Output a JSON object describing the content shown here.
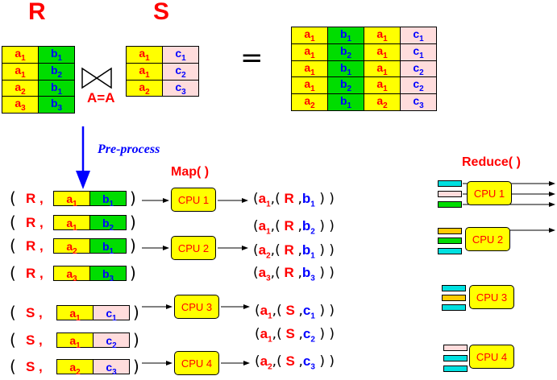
{
  "relations": {
    "r_name": "R",
    "s_name": "S",
    "join_condition": "A=A",
    "equals": "="
  },
  "r_table": [
    [
      "a1",
      "b1"
    ],
    [
      "a1",
      "b2"
    ],
    [
      "a2",
      "b1"
    ],
    [
      "a3",
      "b3"
    ]
  ],
  "s_table": [
    [
      "a1",
      "c1"
    ],
    [
      "a1",
      "c2"
    ],
    [
      "a2",
      "c3"
    ]
  ],
  "result_table": [
    [
      "a1",
      "b1",
      "a1",
      "c1"
    ],
    [
      "a1",
      "b2",
      "a1",
      "c1"
    ],
    [
      "a1",
      "b1",
      "a1",
      "c2"
    ],
    [
      "a1",
      "b2",
      "a1",
      "c2"
    ],
    [
      "a2",
      "b1",
      "a2",
      "c3"
    ]
  ],
  "labels": {
    "preprocess": "Pre-process",
    "map": "Map( )",
    "reduce": "Reduce( )"
  },
  "map_inputs": [
    {
      "tag": "R",
      "key": "a1",
      "val": "b1"
    },
    {
      "tag": "R",
      "key": "a1",
      "val": "b2"
    },
    {
      "tag": "R",
      "key": "a2",
      "val": "b1"
    },
    {
      "tag": "R",
      "key": "a3",
      "val": "b3"
    },
    {
      "tag": "S",
      "key": "a1",
      "val": "c1"
    },
    {
      "tag": "S",
      "key": "a1",
      "val": "c2"
    },
    {
      "tag": "S",
      "key": "a2",
      "val": "c3"
    }
  ],
  "map_cpus": [
    "CPU 1",
    "CPU 2",
    "CPU 3",
    "CPU 4"
  ],
  "map_outputs": [
    {
      "key": "a1",
      "tag": "R",
      "val": "b1"
    },
    {
      "key": "a1",
      "tag": "R",
      "val": "b2"
    },
    {
      "key": "a2",
      "tag": "R",
      "val": "b1"
    },
    {
      "key": "a3",
      "tag": "R",
      "val": "b3"
    },
    {
      "key": "a1",
      "tag": "S",
      "val": "c1"
    },
    {
      "key": "a1",
      "tag": "S",
      "val": "c2"
    },
    {
      "key": "a2",
      "tag": "S",
      "val": "c3"
    }
  ],
  "reduce_cpus": [
    "CPU 1",
    "CPU 2",
    "CPU 3",
    "CPU 4"
  ],
  "colors": {
    "key_yellow": "#ffff00",
    "r_value_green": "#00dd00",
    "s_value_pink": "#ffdcdc",
    "reduce_cyan": "#00e0e0",
    "reduce_orange": "#ffcc00",
    "text_red": "#ff0000",
    "text_blue": "#0000ff"
  }
}
